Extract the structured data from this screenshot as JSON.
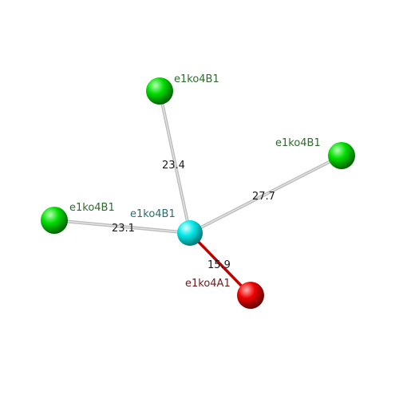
{
  "colors": {
    "background": "#ffffff",
    "green_sphere": "#00cc00",
    "cyan_sphere": "#00e5e5",
    "red_sphere": "#e00000",
    "gray_edge": "#b8b8b8",
    "red_edge": "#c00000",
    "green_label": "#2e6b2e",
    "cyan_label": "#2a6e6e",
    "red_label": "#6b1a1a"
  },
  "nodes": {
    "top": {
      "label": "e1ko4B1",
      "color": "green"
    },
    "right": {
      "label": "e1ko4B1",
      "color": "green"
    },
    "left": {
      "label": "e1ko4B1",
      "color": "green"
    },
    "center": {
      "label": "e1ko4B1",
      "color": "cyan"
    },
    "bottom": {
      "label": "e1ko4A1",
      "color": "red"
    }
  },
  "edges": {
    "center_top": {
      "value": "23.4"
    },
    "center_right": {
      "value": "27.7"
    },
    "center_left": {
      "value": "23.1"
    },
    "center_bottom": {
      "value": "15.9"
    }
  }
}
